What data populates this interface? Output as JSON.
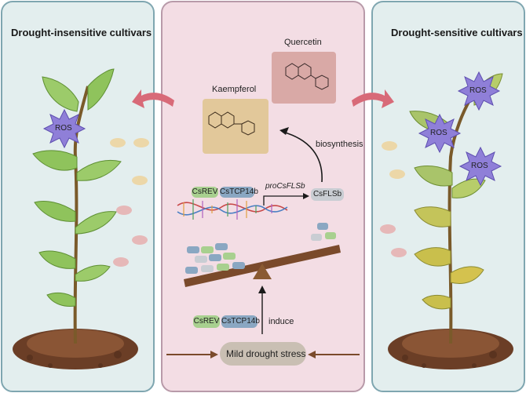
{
  "left_panel": {
    "title": "Drought-insensitive cultivars",
    "ros_label": "ROS"
  },
  "right_panel": {
    "title": "Drought-sensitive cultivars",
    "ros_labels": [
      "ROS",
      "ROS",
      "ROS"
    ]
  },
  "center": {
    "quercetin": "Quercetin",
    "kaempferol": "Kaempferol",
    "biosynthesis": "biosynthesis",
    "promoter": "proCsFLSb",
    "gene_csrev": "CsREV",
    "gene_cstcp14b": "CsTCP14b",
    "gene_csflsb": "CsFLSb",
    "bottom_csrev": "CsREV",
    "bottom_cstcp14b": "CsTCP14b",
    "induce": "induce",
    "stress": "Mild drought stress"
  },
  "colors": {
    "left_bg": "#e3eeee",
    "center_bg": "#f3dde4",
    "right_bg": "#e3eeee",
    "arrow_pink": "#d86a78",
    "ros_purple": "#8f7fd8",
    "green_box": "#a8d08f",
    "blue_box": "#8aa7c2",
    "gray_box": "#c9cdd3",
    "quercetin_box": "#d9a9a6",
    "kaempferol_box": "#e2c89a",
    "beam": "#7a4a2b"
  }
}
